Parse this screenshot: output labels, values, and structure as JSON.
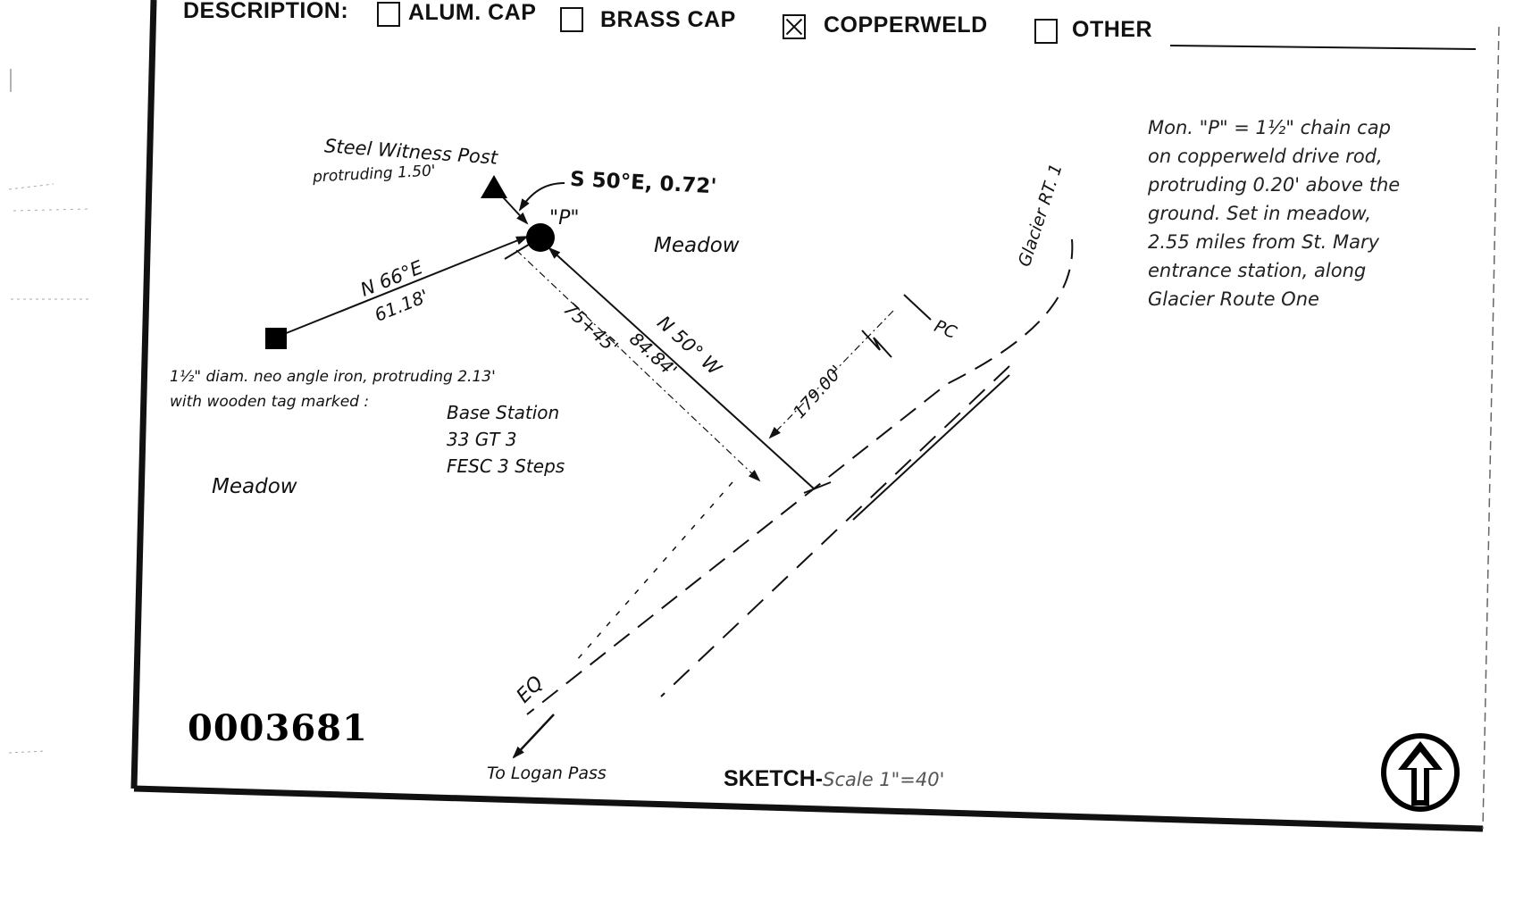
{
  "header": {
    "description_label": "DESCRIPTION:",
    "options": [
      {
        "label": "ALUM. CAP",
        "checked": false
      },
      {
        "label": "BRASS CAP",
        "checked": false
      },
      {
        "label": "COPPERWELD",
        "checked": true
      },
      {
        "label": "OTHER",
        "checked": false
      }
    ]
  },
  "sketch": {
    "witness_post_line1": "Steel Witness Post",
    "witness_post_line2": "protruding 1.50'",
    "witness_bearing": "S 50°E, 0.72'",
    "monument_label": "\"P\"",
    "meadow_right": "Meadow",
    "meadow_left": "Meadow",
    "bearing_to_base_1": "N 66°E",
    "bearing_to_base_2": "61.18'",
    "station_to_p_1": "75+45'",
    "station_to_p_2": "84.84'",
    "bearing_to_road": "N 50° W",
    "dist_pc": "179.00'",
    "pc_label": "PC",
    "road_label": "Glacier RT. 1",
    "base_note_line1": "1½\" diam. neo angle iron, protruding 2.13'",
    "base_note_line2": "with wooden tag marked :",
    "base_tag_line1": "Base Station",
    "base_tag_line2": "33 GT 3",
    "base_tag_line3": "FESC 3 Steps",
    "eq_label": "EQ",
    "to_logan_pass": "To Logan Pass"
  },
  "notes": {
    "lines": [
      "Mon. \"P\" = 1½\" chain cap",
      "on copperweld drive rod,",
      "protruding 0.20' above the",
      "ground. Set in meadow,",
      "2.55 miles from St. Mary",
      "entrance station, along",
      "Glacier Route One"
    ]
  },
  "footer": {
    "record_number": "0003681",
    "sketch_label": "SKETCH-",
    "scale": "Scale 1\"=40'"
  },
  "icons": {
    "north_arrow": "north-arrow-icon",
    "witness_post": "triangle-marker-icon",
    "monument": "filled-circle-icon",
    "base_station": "filled-square-icon"
  }
}
